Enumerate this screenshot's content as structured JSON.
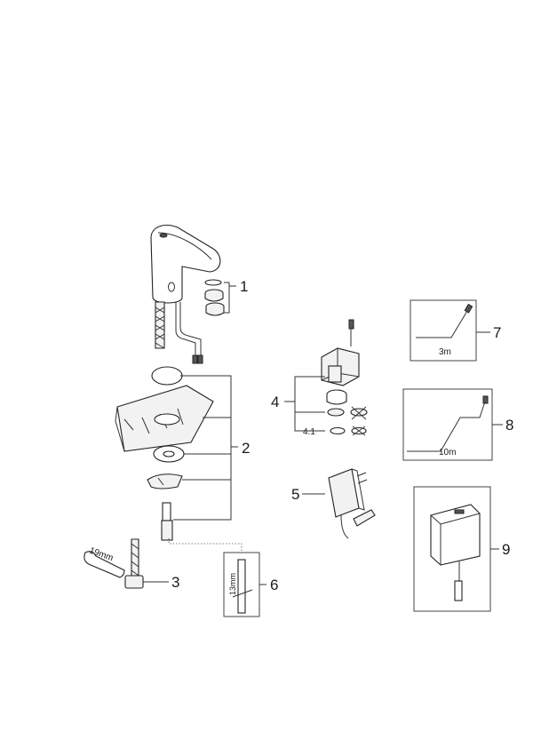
{
  "callouts": {
    "c1": "1",
    "c2": "2",
    "c3": "3",
    "c4": "4",
    "c4_1": "4.1",
    "c5": "5",
    "c6": "6",
    "c7": "7",
    "c8": "8",
    "c9": "9"
  },
  "dimensions": {
    "wrench": "19mm",
    "tool": "13mm",
    "cable_short": "3m",
    "cable_long": "10m"
  }
}
